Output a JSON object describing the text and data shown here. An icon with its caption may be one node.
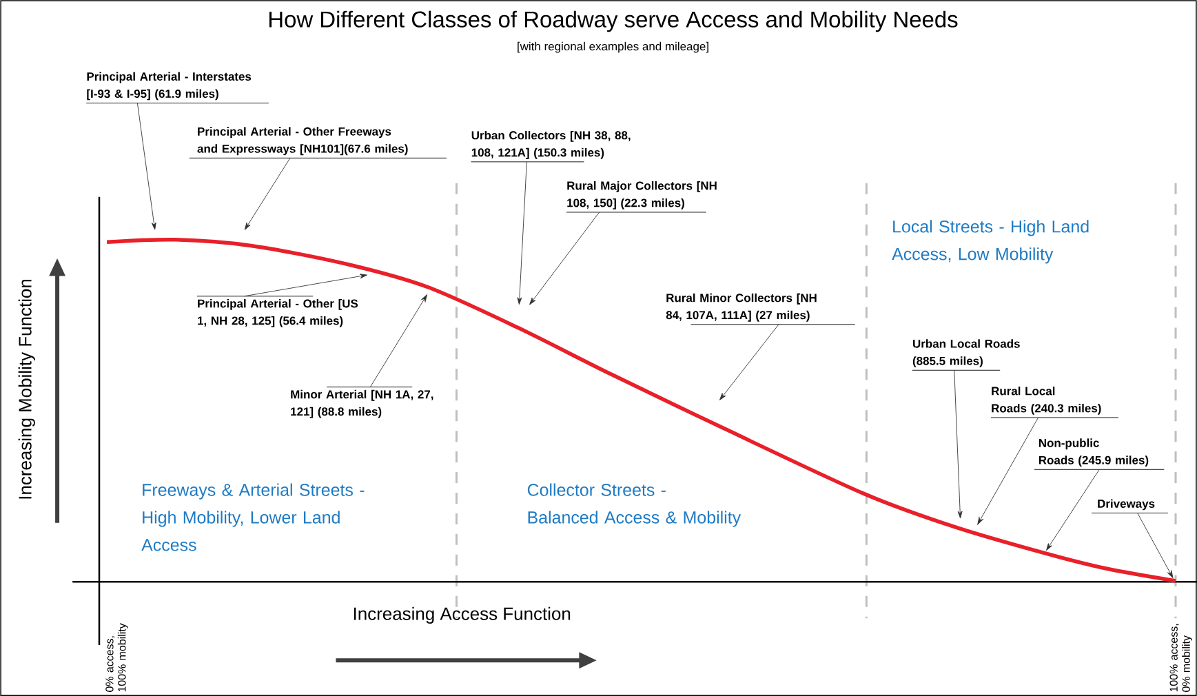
{
  "diagram": {
    "title": "How Different Classes of Roadway serve Access and Mobility Needs",
    "nodes": [
      {
        "text": [
          "Principal Arterial - Interstates [I-93 & I-95] (61.9 miles)"
        ]
      },
      {
        "text": [
          "Principal Arterial - Other Freeways and Expressways [NH101](67.6 miles)"
        ]
      },
      {
        "text": [
          "Principal Arterial - Other [US 1, NH 28, 125] (56.4 miles)"
        ]
      },
      {
        "text": [
          "Minor Arterial [NH 1A, 27, 121] (88.8 miles)"
        ]
      },
      {
        "text": [
          "Urban Collectors [NH 38, 88, 108, 121A] (150.3 miles)"
        ]
      },
      {
        "text": [
          "Rural Major Collectors [NH 108, 150] (22.3 miles)"
        ]
      },
      {
        "text": [
          "Rural Minor Collectors [NH 84, 107A, 111A] (27 miles)"
        ]
      },
      {
        "text": [
          "Urban Local Roads (885.5 miles)"
        ]
      },
      {
        "text": [
          "Rural Local Roads (240.3 miles)"
        ]
      },
      {
        "text": [
          "Non-public Roads (245.9 miles)"
        ]
      },
      {
        "text": [
          "Driveways"
        ]
      }
    ],
    "edges": [
      {
        "from": 0,
        "to": null,
        "arrow": "to"
      },
      {
        "from": 1,
        "to": null,
        "arrow": "to"
      },
      {
        "from": 2,
        "to": null,
        "arrow": "to"
      },
      {
        "from": 3,
        "to": null,
        "arrow": "to"
      },
      {
        "from": 4,
        "to": null,
        "arrow": "to"
      },
      {
        "from": 5,
        "to": null,
        "arrow": "to"
      },
      {
        "from": 6,
        "to": null,
        "arrow": "to"
      },
      {
        "from": 7,
        "to": null,
        "arrow": "to"
      },
      {
        "from": 8,
        "to": null,
        "arrow": "to"
      },
      {
        "from": 9,
        "to": null,
        "arrow": "to"
      },
      {
        "from": 10,
        "to": null,
        "arrow": "to"
      }
    ],
    "labels": [
      "[with regional examples and mileage]",
      "Freeways & Arterial Streets - High Mobility, Lower Land Access",
      "Collector Streets - Balanced Access & Mobility",
      "Local Streets - High Land Access, Low Mobility",
      "Increasing Mobility Function",
      "0% access, 100% mobility",
      "Increasing Access Function",
      "100% access, 0% mobility"
    ]
  }
}
